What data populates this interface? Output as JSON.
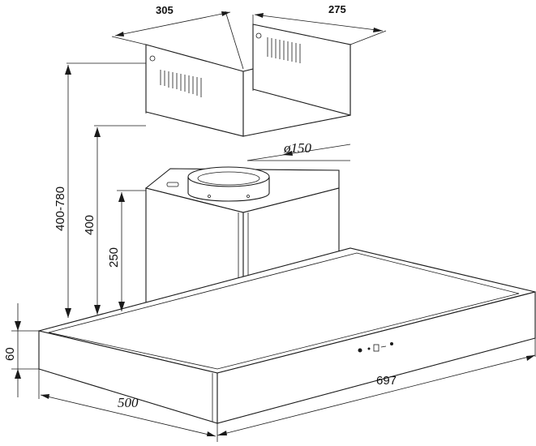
{
  "dimensions": {
    "chimney_width": "305",
    "chimney_depth": "275",
    "duct_diameter": "ø150",
    "height_range": "400-780",
    "motor_height": "400",
    "motor_lower_height": "250",
    "canopy_thickness": "60",
    "canopy_width": "697",
    "canopy_depth": "500"
  },
  "colors": {
    "line": "#1a1a1a",
    "background": "#ffffff"
  }
}
